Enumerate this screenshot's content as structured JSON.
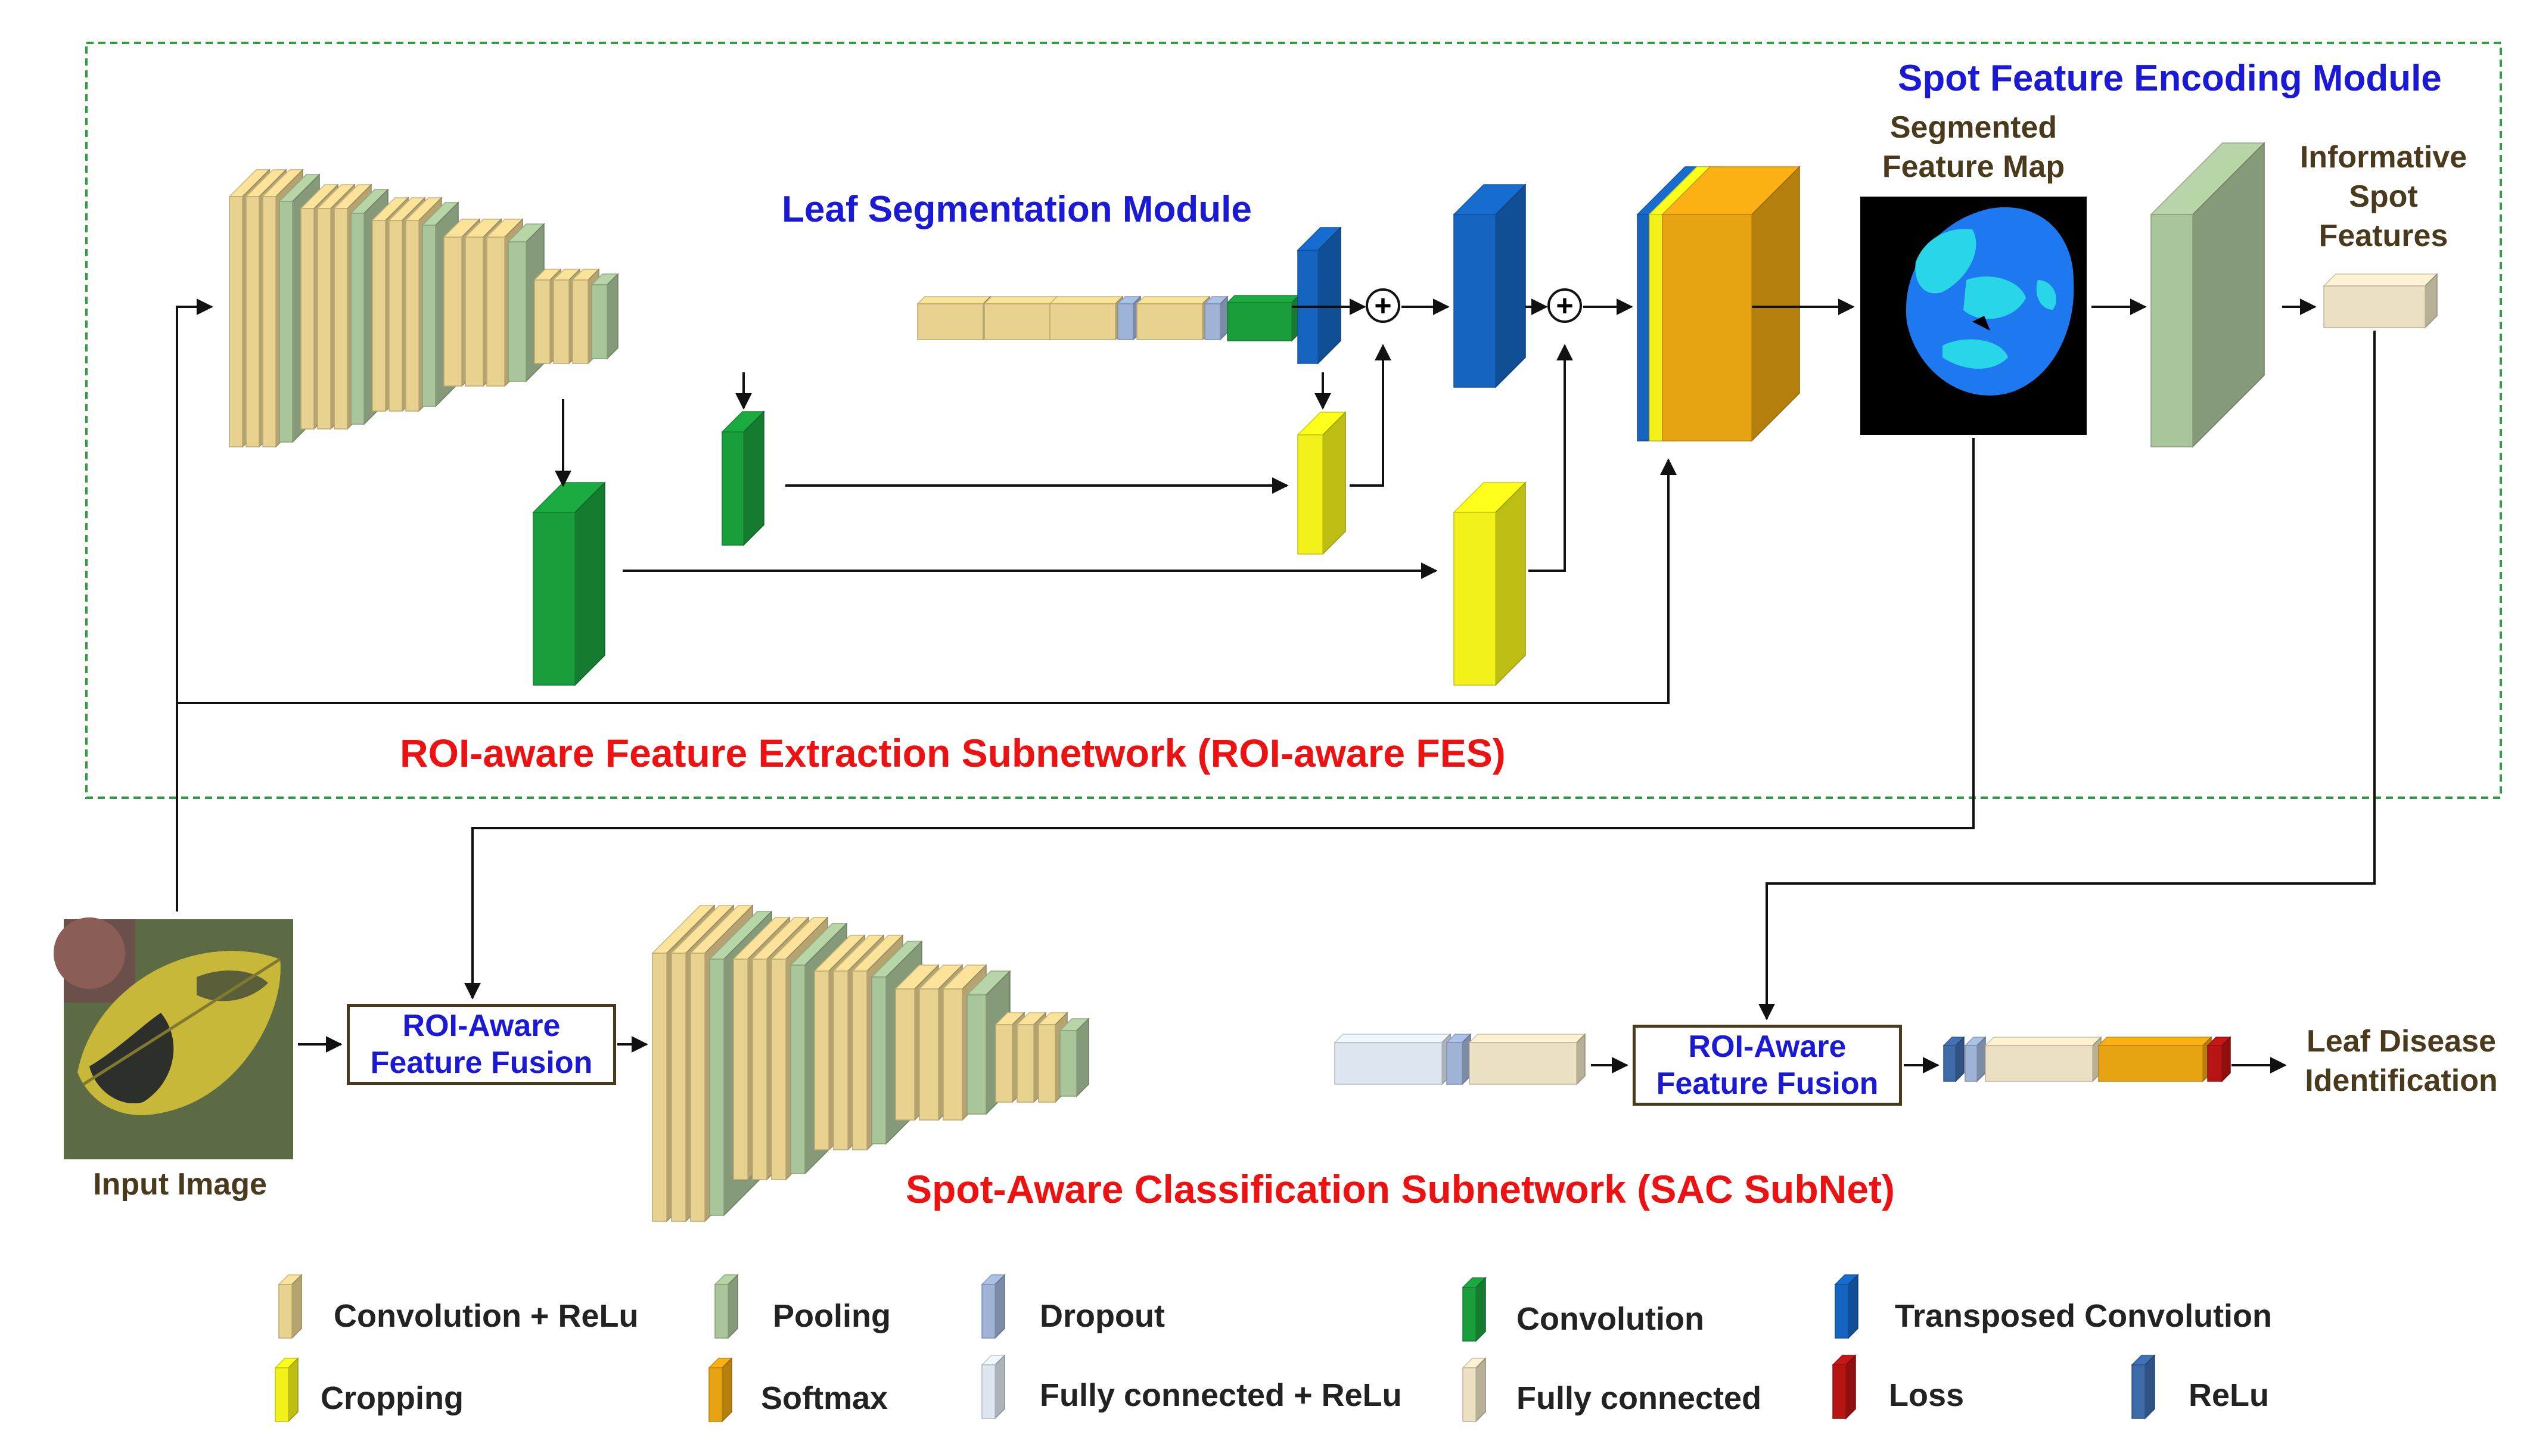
{
  "modules": {
    "spot_feature_encoding": "Spot Feature Encoding Module",
    "leaf_segmentation": "Leaf Segmentation Module",
    "roi_fes": "ROI-aware Feature Extraction Subnetwork (ROI-aware FES)",
    "sac_subnet": "Spot-Aware Classification Subnetwork (SAC SubNet)"
  },
  "nodes": {
    "segmented_line1": "Segmented",
    "segmented_line2": "Feature Map",
    "informative_line1": "Informative",
    "informative_line2": "Spot",
    "informative_line3": "Features",
    "input_image": "Input Image",
    "fusion1_line1": "ROI-Aware",
    "fusion1_line2": "Feature Fusion",
    "fusion2_line1": "ROI-Aware",
    "fusion2_line2": "Feature Fusion",
    "output_line1": "Leaf Disease",
    "output_line2": "Identification",
    "plus_symbol": "+"
  },
  "legend": [
    {
      "label": "Convolution + ReLu",
      "color": "#e8d28f"
    },
    {
      "label": "Pooling",
      "color": "#a9c59a"
    },
    {
      "label": "Dropout",
      "color": "#9fb3d6"
    },
    {
      "label": "Convolution",
      "color": "#1a9e3c"
    },
    {
      "label": "Transposed Convolution",
      "color": "#1565c0"
    },
    {
      "label": "Cropping",
      "color": "#f2f21a"
    },
    {
      "label": "Softmax",
      "color": "#e8a312"
    },
    {
      "label": "Fully connected + ReLu",
      "color": "#dde6f0"
    },
    {
      "label": "Fully connected",
      "color": "#ece0c2"
    },
    {
      "label": "Loss",
      "color": "#b81414"
    },
    {
      "label": "ReLu",
      "color": "#3d6aa8"
    }
  ],
  "colors": {
    "conv_relu": "#e8d28f",
    "pooling": "#a9c59a",
    "dropout": "#9fb3d6",
    "convolution": "#1a9e3c",
    "transposed_conv": "#1565c0",
    "cropping": "#f2f21a",
    "softmax": "#e8a312",
    "fc_relu": "#dde6f0",
    "fc": "#ece0c2",
    "loss": "#b81414",
    "relu": "#3d6aa8",
    "module_title": "#1a1ad6",
    "subnet_title": "#ee1111",
    "fes_border": "#2e9e3e"
  }
}
